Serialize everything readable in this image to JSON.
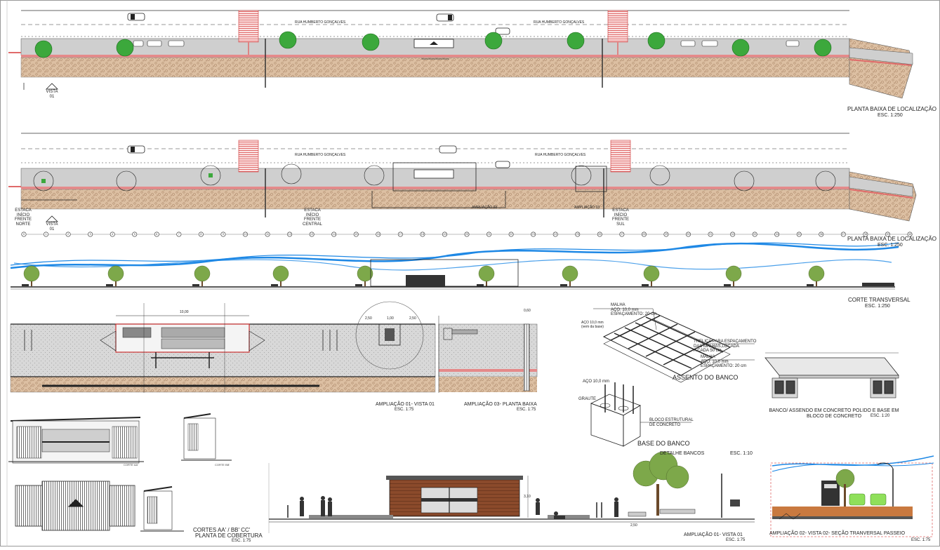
{
  "colors": {
    "pavement": "#d9b89a",
    "road": "#c8c8c8",
    "water": "#1e88e5",
    "tree": "#3ca83c",
    "accent": "#e06a6a",
    "kiosk": "#8b4a2b"
  },
  "street_name": "RUA HUMBERTO GONÇALVES",
  "plan1": {
    "title": "PLANTA BAIXA DE LOCALIZAÇÃO",
    "scale": "ESC. 1:250",
    "vista": "VISTA",
    "vista_num": "01"
  },
  "plan2": {
    "title": "PLANTA BAIXA DE LOCALIZAÇÃO",
    "scale": "ESC. 1:250",
    "vista": "VISTA",
    "vista_num": "01",
    "station_north": [
      "ESTACA",
      "INÍCIO",
      "FRENTE",
      "NORTE"
    ],
    "station_central": [
      "ESTACA",
      "INÍCIO",
      "FRENTE",
      "CENTRAL"
    ],
    "station_south": [
      "ESTACA",
      "INÍCIO",
      "FRENTE",
      "SUL"
    ],
    "ampl_02": "AMPLIAÇÃO 02",
    "ampl_03": "AMPLIAÇÃO 03",
    "stakes": [
      "0",
      "1",
      "2",
      "3",
      "4",
      "5",
      "6",
      "7",
      "8",
      "9",
      "10",
      "11",
      "12",
      "13",
      "14",
      "15",
      "16",
      "17",
      "18",
      "19",
      "20",
      "21",
      "22",
      "23",
      "24",
      "25",
      "26",
      "27",
      "28",
      "29",
      "30",
      "31",
      "32",
      "33",
      "34",
      "35",
      "36",
      "37",
      "38",
      "39",
      "40"
    ]
  },
  "section": {
    "title": "CORTE TRANSVERSAL",
    "scale": "ESC. 1:250"
  },
  "ampl01_plan": {
    "title": "AMPLIAÇÃO 01- VISTA 01",
    "scale": "ESC. 1:75",
    "dim_top": "10,00"
  },
  "ampl03": {
    "title": "AMPLIAÇÃO 03- PLANTA BAIXA",
    "scale": "ESC. 1:75",
    "dims": [
      "2,50",
      "1,00",
      "2,50"
    ],
    "dim_side": "0,60"
  },
  "seat": {
    "malha_top": [
      "MALHA",
      "AÇO: 10,0 mm",
      "ESPAÇAMENTO: 20 cm"
    ],
    "aco_left": [
      "AÇO 10,0 mm",
      "(vem da base)"
    ],
    "trelica": [
      "TRELIÇA PARA ESPAÇAMENTO",
      "DAS MALHAS,LOCADA",
      "A CADA 50 cm"
    ],
    "malha_right": [
      "MALHA",
      "AÇO: 10,0 mm",
      "ESPAÇAMENTO: 20 cm"
    ],
    "title": "ASSENTO DO BANCO"
  },
  "base": {
    "aco": "AÇO 10,0 mm",
    "graute": "GRAUTE",
    "bloco": [
      "BLOCO ESTRUTURAL",
      "DE CONCRETO"
    ],
    "title": "BASE DO BANCO",
    "detail": "DETALHE BANCOS",
    "detail_scale": "ESC. 1:10"
  },
  "bench": {
    "caption": [
      "BANCO/ ASSENDO EM CONCRETO POLIDO E BASE EM",
      "BLOCO DE CONCRETO"
    ],
    "scale": "ESC. 1:20"
  },
  "cortes": {
    "title": "CORTES AA' / BB' CC'",
    "subtitle": "PLANTA DE COBERTURA",
    "scale": "ESC. 1:75",
    "cut_aa": "CORTE AA'",
    "cut_bb": "CORTE BB'"
  },
  "vista01": {
    "title": "AMPLIAÇÃO 01- VISTA 01",
    "scale": "ESC. 1:75",
    "dim": "2,50",
    "height": "3,10"
  },
  "ampl02": {
    "title": "AMPLIAÇÃO 02- VISTA 02- SEÇÃO TRANVERSAL PASSEIO",
    "scale": "ESC. 1:75"
  }
}
